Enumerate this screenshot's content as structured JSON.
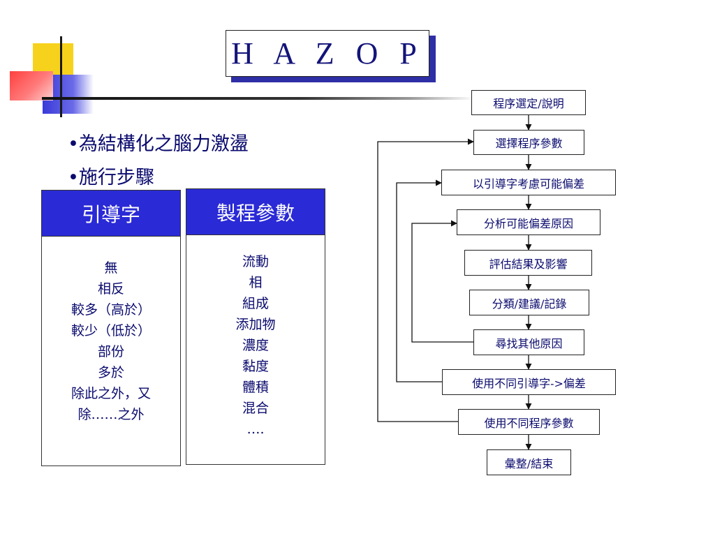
{
  "title": "H A Z O P",
  "bullets": [
    "•為結構化之腦力激盪",
    "•施行步驟"
  ],
  "guide_words": {
    "header": "引導字",
    "items": [
      "無",
      "相反",
      "較多（高於）",
      "較少（低於）",
      "部份",
      "多於",
      "除此之外，又",
      "除……之外"
    ]
  },
  "process_parameters": {
    "header": "製程參數",
    "items": [
      "流動",
      "相",
      "組成",
      "添加物",
      "濃度",
      "黏度",
      "體積",
      "混合",
      "…."
    ]
  },
  "flowchart": {
    "steps": [
      "程序選定/說明",
      "選擇程序參數",
      "以引導字考慮可能偏差",
      "分析可能偏差原因",
      "評估結果及影響",
      "分類/建議/記錄",
      "尋找其他原因",
      "使用不同引導字->偏差",
      "使用不同程序參數",
      "彙整/結束"
    ]
  },
  "colors": {
    "header_fill": "#2a2ad6",
    "title_shadow": "#2e2ea6",
    "text": "#0a0a6e"
  }
}
